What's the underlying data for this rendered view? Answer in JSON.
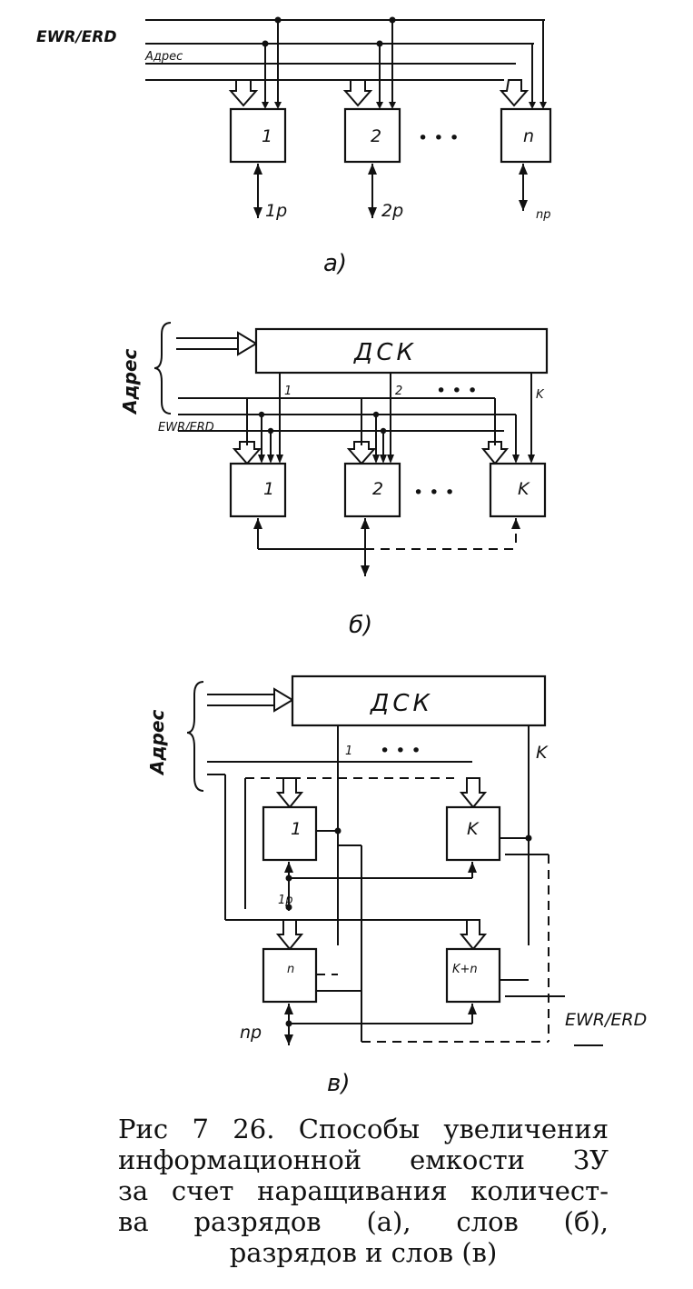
{
  "panel_a": {
    "control_label": "EWR/ERD",
    "address_label": "Адрес",
    "blocks": [
      "1",
      "2",
      "n"
    ],
    "outputs": [
      "1p",
      "2p",
      "np"
    ],
    "ellipsis": "• • •",
    "sublabel": "а)"
  },
  "panel_b": {
    "address_label": "Адрес",
    "control_label": "EWR/ERD",
    "decoder_label": "ДСК",
    "decoder_outputs": [
      "1",
      "2",
      "K"
    ],
    "ellipsis_top": "• • •",
    "blocks": [
      "1",
      "2",
      "K"
    ],
    "ellipsis": "• • •",
    "sublabel": "б)"
  },
  "panel_c": {
    "address_label": "Адрес",
    "control_label": "EWR/ERD",
    "decoder_label": "ДСК",
    "decoder_outputs": [
      "1",
      "K"
    ],
    "ellipsis_top": "• • •",
    "blocks": [
      "1",
      "K",
      "n",
      "K+n"
    ],
    "bus_labels": [
      "1p",
      "np"
    ],
    "sublabel": "в)"
  },
  "caption": {
    "line1": "Рис  7 26. Способы увеличения",
    "line2": "информационной  емкости  ЗУ",
    "line3": "за счет наращивания количест-",
    "line4": "ва   разрядов   (а),   слов   (б),",
    "line5": "разрядов и слов (в)"
  }
}
